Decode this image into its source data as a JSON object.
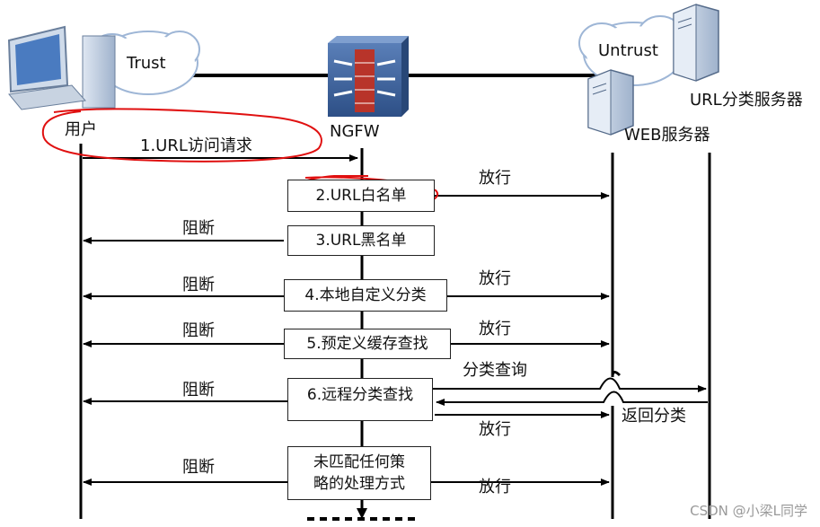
{
  "entities": {
    "trust_zone": "Trust",
    "untrust_zone": "Untrust",
    "user": "用户",
    "ngfw": "NGFW",
    "url_category_server": "URL分类服务器",
    "web_server": "WEB服务器"
  },
  "steps": {
    "s1": "1.URL访问请求",
    "s2": "2.URL白名单",
    "s3": "3.URL黑名单",
    "s4": "4.本地自定义分类",
    "s5": "5.预定义缓存查找",
    "s6": "6.远程分类查找",
    "s7_line1": "未匹配任何策",
    "s7_line2": "略的处理方式"
  },
  "actions": {
    "allow": "放行",
    "block": "阻断",
    "category_query": "分类查询",
    "return_category": "返回分类"
  },
  "watermark": "CSDN @小梁L同学",
  "colors": {
    "annotation": "#e01010",
    "line": "#000000"
  }
}
